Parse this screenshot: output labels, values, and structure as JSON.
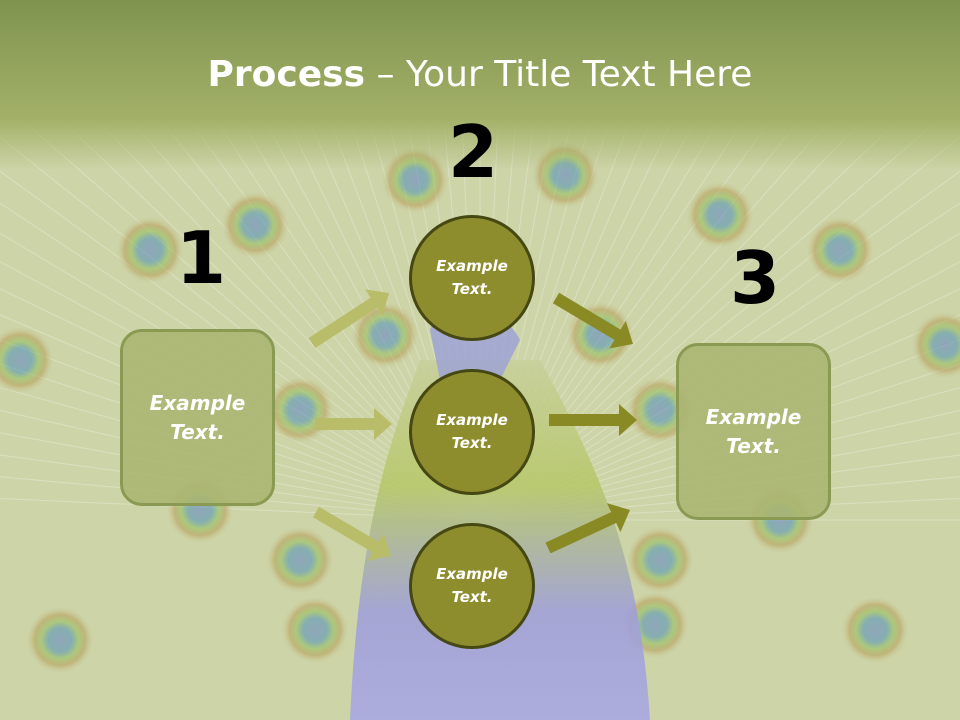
{
  "title": {
    "bold": "Process",
    "rest": " – Your Title Text Here"
  },
  "steps": [
    {
      "number": "1",
      "text": [
        "Example",
        "Text."
      ]
    },
    {
      "number": "2",
      "circles": [
        [
          "Example",
          "Text."
        ],
        [
          "Example",
          "Text."
        ],
        [
          "Example",
          "Text."
        ]
      ]
    },
    {
      "number": "3",
      "text": [
        "Example",
        "Text."
      ]
    }
  ],
  "colors": {
    "title_band": "#96a95a",
    "box_fill": "#aab571",
    "circle_fill": "#8e8d2e",
    "circle_border": "#454813",
    "arrow_light": "#b9bd6a",
    "arrow_dark": "#8a8a25"
  }
}
